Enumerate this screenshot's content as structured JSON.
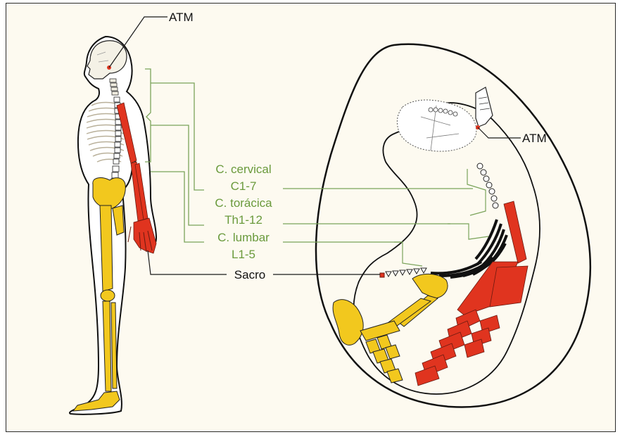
{
  "labels": {
    "atm_left": "ATM",
    "atm_right": "ATM",
    "cervical_name": "C. cervical",
    "cervical_range": "C1-7",
    "thoracic_name": "C. torácica",
    "thoracic_range": "Th1-12",
    "lumbar_name": "C. lumbar",
    "lumbar_range": "L1-5",
    "sacrum": "Sacro"
  },
  "colors": {
    "background": "#fdfaf0",
    "leader_line": "#1a1a1a",
    "spine_bracket": "#7aa35a",
    "label_green": "#6a9a3c",
    "arm_bones": "#e0341f",
    "leg_bones": "#f2c81e",
    "outline": "#111111",
    "thorax": "#d8d2bd"
  }
}
